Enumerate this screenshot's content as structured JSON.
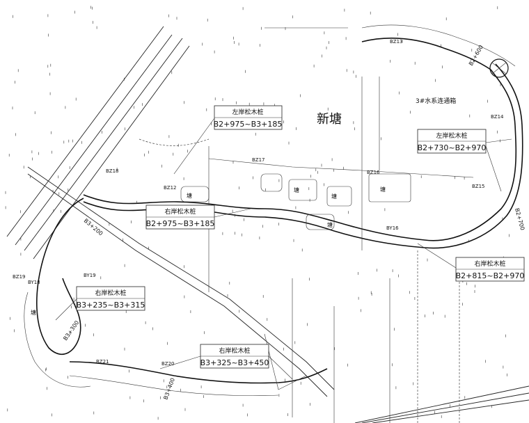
{
  "map": {
    "place_name": "新塘",
    "station_label": "3#水系连通箱",
    "boxes": [
      {
        "title": "左岸松木桩",
        "range": "B2+975~B3+185"
      },
      {
        "title": "右岸松木桩",
        "range": "B2+975~B3+185"
      },
      {
        "title": "左岸松木桩",
        "range": "B2+730~B2+970"
      },
      {
        "title": "右岸松木桩",
        "range": "B2+815~B2+970"
      },
      {
        "title": "右岸松木桩",
        "range": "B3+235~B3+315"
      },
      {
        "title": "右岸松木桩",
        "range": "B3+325~B3+450"
      }
    ],
    "points": [
      "BZ18",
      "BZ17",
      "BZ16",
      "BZ15",
      "BZ14",
      "BZ13",
      "BZ12",
      "BZ19",
      "BZ20",
      "BZ21",
      "BY19",
      "BY16",
      "BY18"
    ],
    "stakes": [
      "B3+200",
      "B3+300",
      "B3+400",
      "B2+700",
      "B2+600"
    ],
    "short_labels": [
      "塘",
      "塘",
      "塘",
      "塘",
      "塘",
      "塘"
    ]
  }
}
